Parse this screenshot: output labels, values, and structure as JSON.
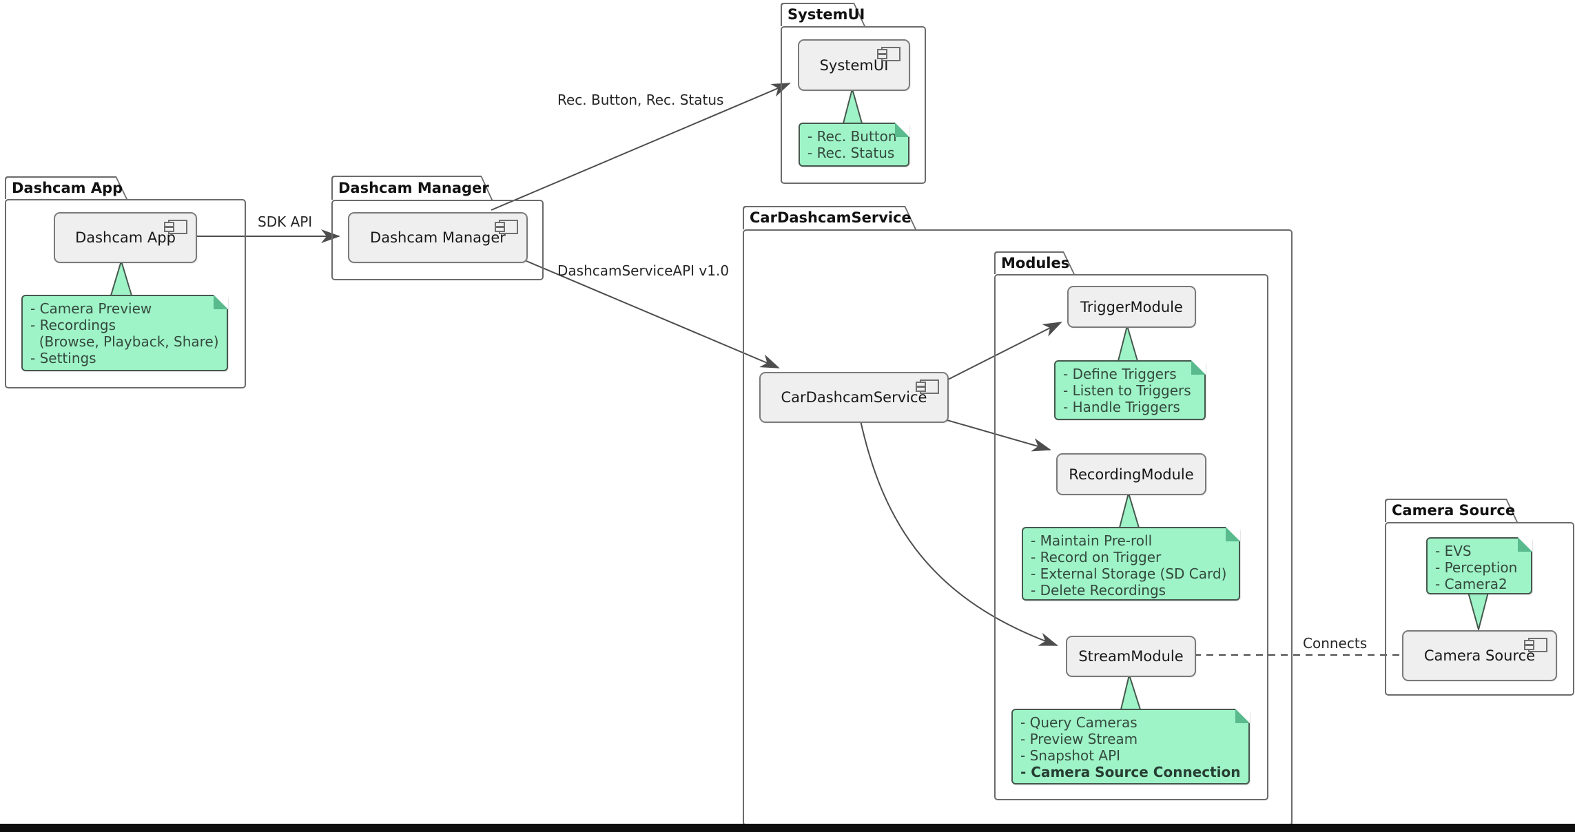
{
  "packages": {
    "dashcam_app": {
      "title": "Dashcam App"
    },
    "dashcam_manager": {
      "title": "Dashcam Manager"
    },
    "systemui": {
      "title": "SystemUI"
    },
    "car_dashcam_service": {
      "title": "CarDashcamService"
    },
    "modules": {
      "title": "Modules"
    },
    "camera_source": {
      "title": "Camera Source"
    }
  },
  "components": {
    "dashcam_app": "Dashcam App",
    "dashcam_manager": "Dashcam Manager",
    "systemui": "SystemUI",
    "car_dashcam_service": "CarDashcamService",
    "trigger_module": "TriggerModule",
    "recording_module": "RecordingModule",
    "stream_module": "StreamModule",
    "camera_source": "Camera Source"
  },
  "notes": {
    "dashcam_app": {
      "lines": [
        "- Camera Preview",
        "- Recordings",
        "  (Browse, Playback, Share)",
        "- Settings"
      ]
    },
    "systemui": {
      "lines": [
        "- Rec. Button",
        "- Rec. Status"
      ]
    },
    "trigger_module": {
      "lines": [
        "- Define Triggers",
        "- Listen to Triggers",
        "- Handle Triggers"
      ]
    },
    "recording_module": {
      "lines": [
        "- Maintain Pre-roll",
        "- Record on Trigger",
        "- External Storage (SD Card)",
        "- Delete Recordings"
      ]
    },
    "stream_module": {
      "lines": [
        "- Query Cameras",
        "- Preview Stream",
        "- Snapshot API",
        "- Camera Source Connection"
      ],
      "bold_line": "Camera Source Connection"
    },
    "camera_source": {
      "lines": [
        "- EVS",
        "- Perception",
        "- Camera2"
      ]
    }
  },
  "edge_labels": {
    "sdk_api": "SDK API",
    "rec_button_status": "Rec. Button, Rec. Status",
    "dashcam_service_api": "DashcamServiceAPI v1.0",
    "connects": "Connects"
  },
  "colors": {
    "note_fill": "#9ef3c7",
    "note_border": "#46584e",
    "component_fill": "#efefef",
    "component_border": "#7a7a7a",
    "package_border": "#6b6b6b",
    "edge": "#4d4d4d",
    "bottom_bar": "#0e0e0e",
    "background": "#ffffff"
  }
}
